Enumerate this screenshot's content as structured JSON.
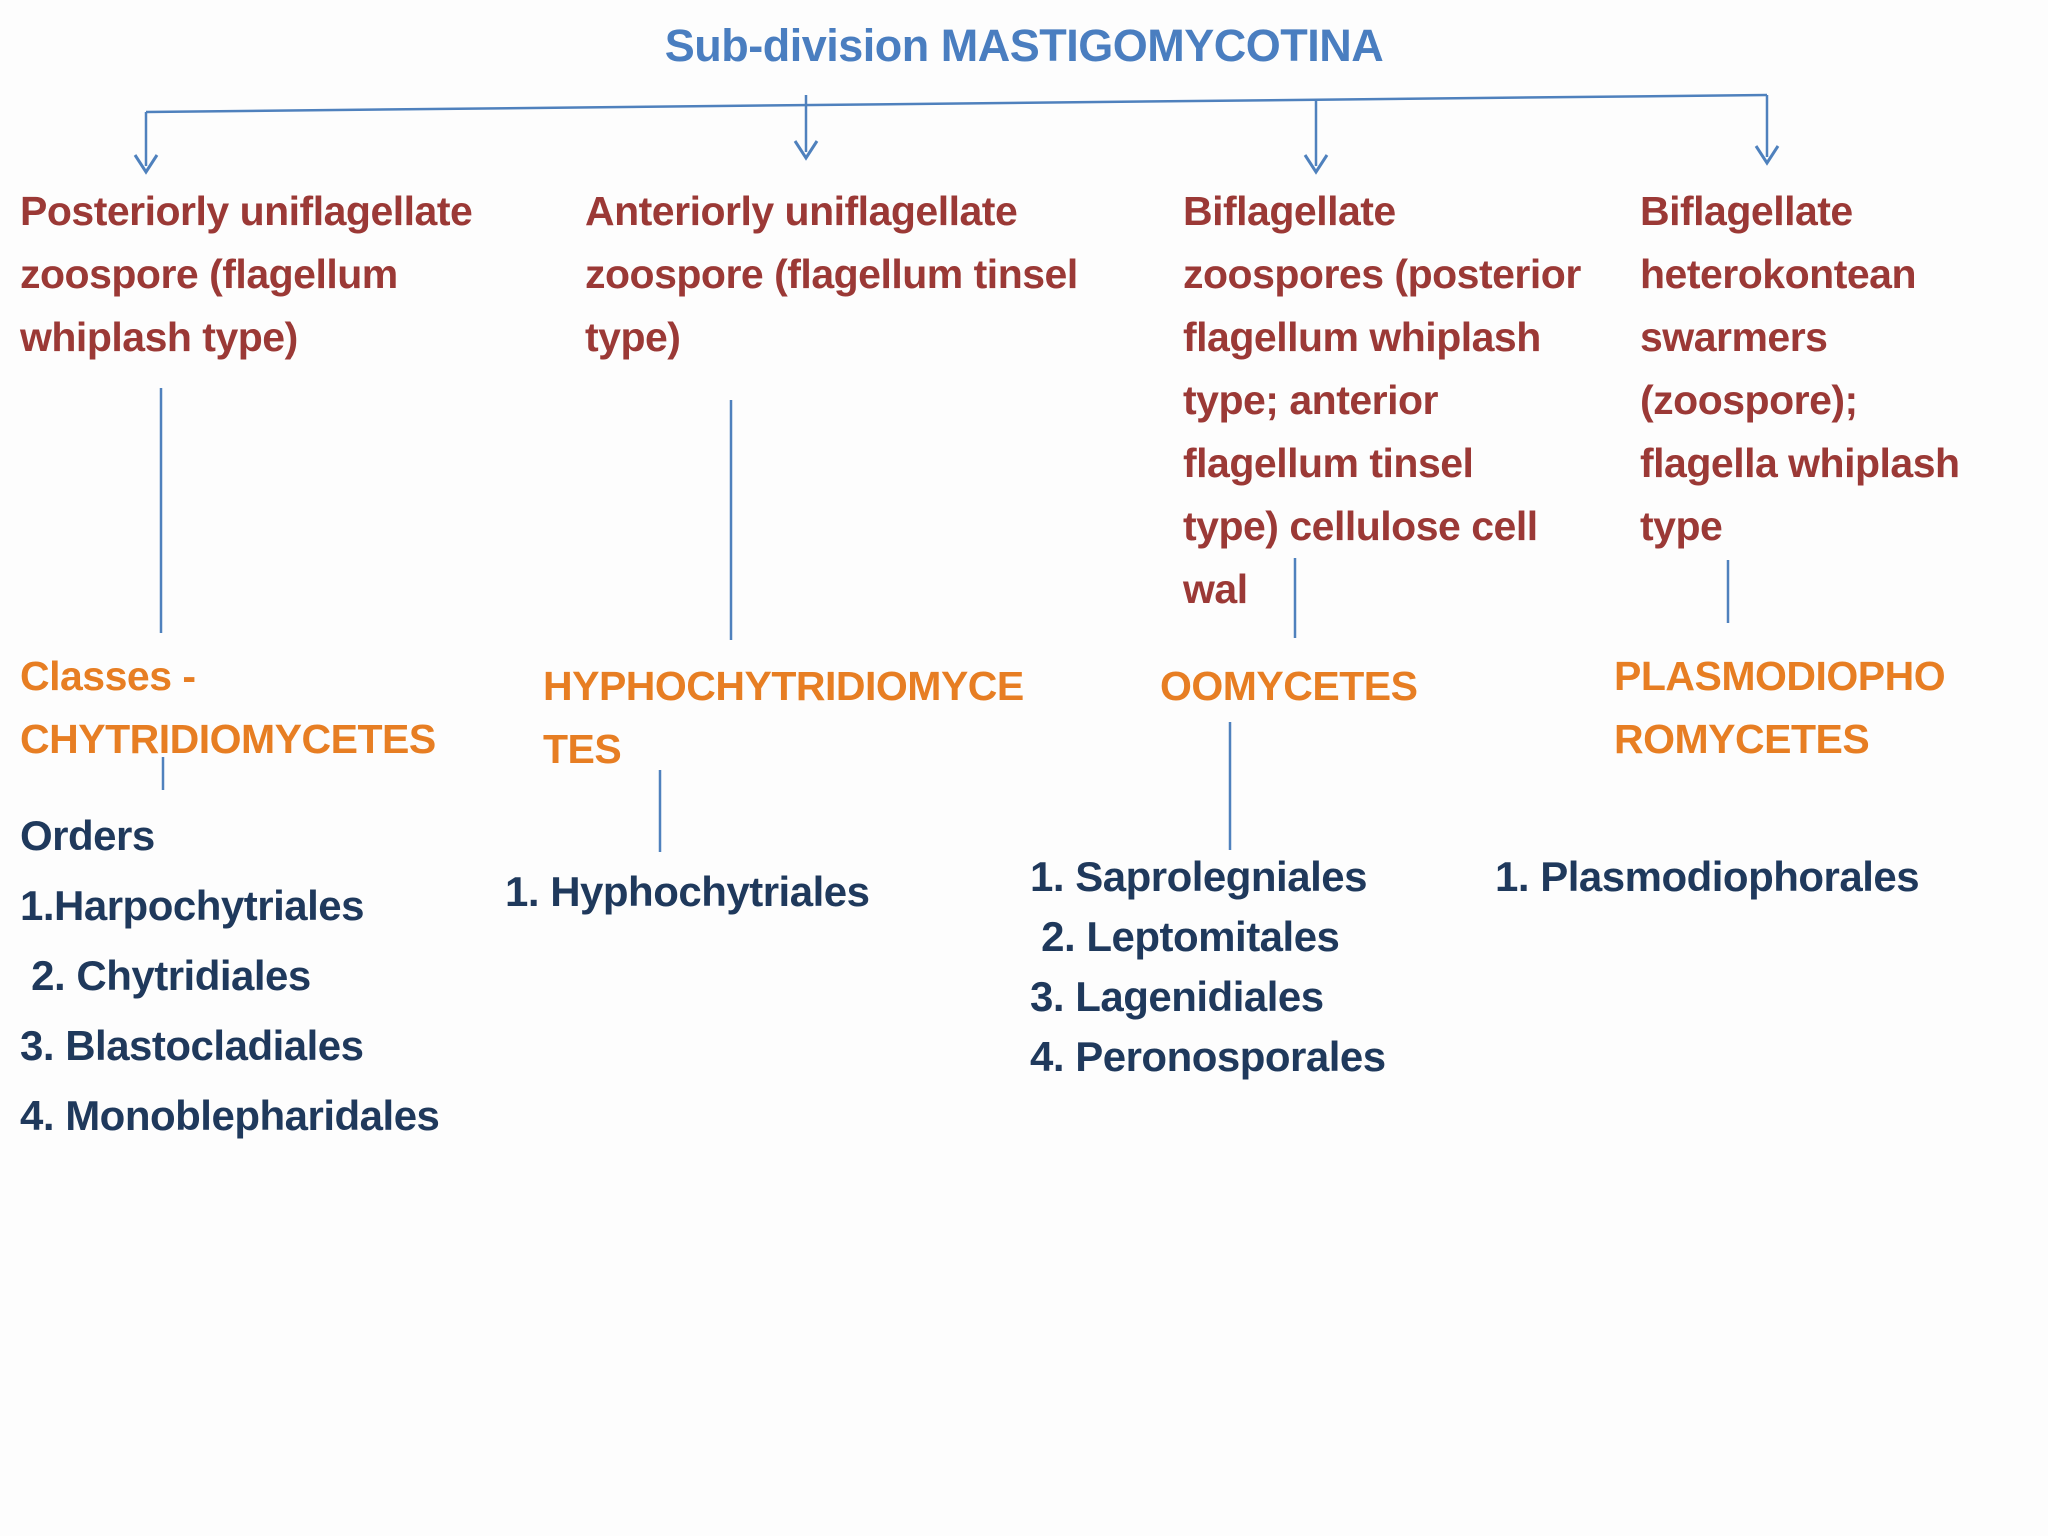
{
  "title": "Sub-division MASTIGOMYCOTINA",
  "colors": {
    "title_blue": "#4a7ec0",
    "connector_blue": "#4f81bd",
    "description_red": "#9b3936",
    "class_orange": "#e77e23",
    "order_navy": "#1f395c"
  },
  "columns": [
    {
      "id": "chytridiomycetes",
      "description": "Posteriorly uniflagellate\nzoospore (flagellum\nwhiplash type)",
      "class_label": "Classes -\nCHYTRIDIOMYCETES",
      "orders_heading": "Orders",
      "orders": [
        "1.Harpochytriales",
        " 2. Chytridiales",
        "3. Blastocladiales",
        "4. Monoblepharidales"
      ]
    },
    {
      "id": "hyphochytridiomycetes",
      "description": "Anteriorly uniflagellate\nzoospore (flagellum tinsel\ntype)",
      "class_label": "HYPHOCHYTRIDIOMYCE\nTES",
      "orders": [
        "1. Hyphochytriales"
      ]
    },
    {
      "id": "oomycetes",
      "description": "Biflagellate\nzoospores (posterior\nflagellum whiplash\ntype; anterior\nflagellum tinsel\ntype) cellulose cell\nwal",
      "class_label": "OOMYCETES",
      "orders": [
        "1. Saprolegniales",
        " 2. Leptomitales",
        "3. Lagenidiales",
        "4. Peronosporales"
      ]
    },
    {
      "id": "plasmodiophoromycetes",
      "description": "Biflagellate\nheterokontean\nswarmers\n(zoospore);\nflagella whiplash\ntype",
      "class_label": "PLASMODIOPHO\nROMYCETES",
      "orders": [
        "1. Plasmodiophorales"
      ]
    }
  ]
}
